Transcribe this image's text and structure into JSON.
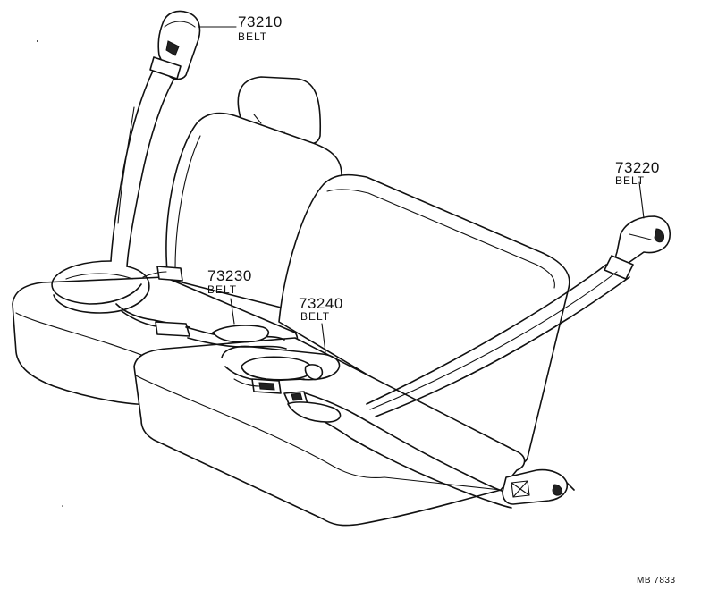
{
  "callouts": [
    {
      "part_number": "73210",
      "part_name": "BELT"
    },
    {
      "part_number": "73220",
      "part_name": "BELT"
    },
    {
      "part_number": "73230",
      "part_name": "BELT"
    },
    {
      "part_number": "73240",
      "part_name": "BELT"
    }
  ],
  "figure_code": "MB 7833",
  "colors": {
    "ink": "#111111",
    "paper": "#ffffff"
  }
}
